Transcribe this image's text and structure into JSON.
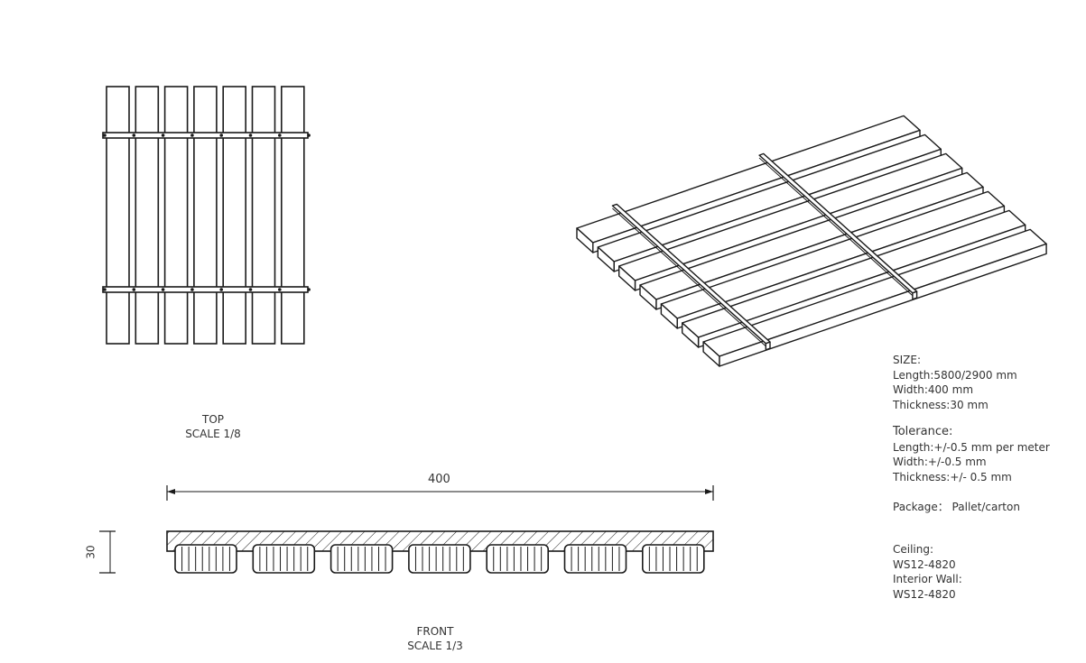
{
  "views": {
    "top": {
      "name": "TOP",
      "scale": "SCALE 1/8"
    },
    "front": {
      "name": "FRONT",
      "scale": "SCALE 1/3"
    }
  },
  "dimensions": {
    "width": "400",
    "thickness": "30"
  },
  "specs": {
    "size_title": "SIZE:",
    "length": "Length:5800/2900 mm",
    "width": "Width:400 mm",
    "thickness": "Thickness:30 mm",
    "tolerance_title": "Tolerance:",
    "tol_length": "Length:+/-0.5 mm per meter",
    "tol_width": "Width:+/-0.5 mm",
    "tol_thickness": "Thickness:+/- 0.5 mm",
    "package": "Package： Pallet/carton",
    "ceiling_label": "Ceiling:",
    "ceiling_code": "WS12-4820",
    "wall_label": "Interior Wall:",
    "wall_code": "WS12-4820"
  },
  "colors": {
    "line": "#1a1a1a",
    "text": "#333333"
  }
}
